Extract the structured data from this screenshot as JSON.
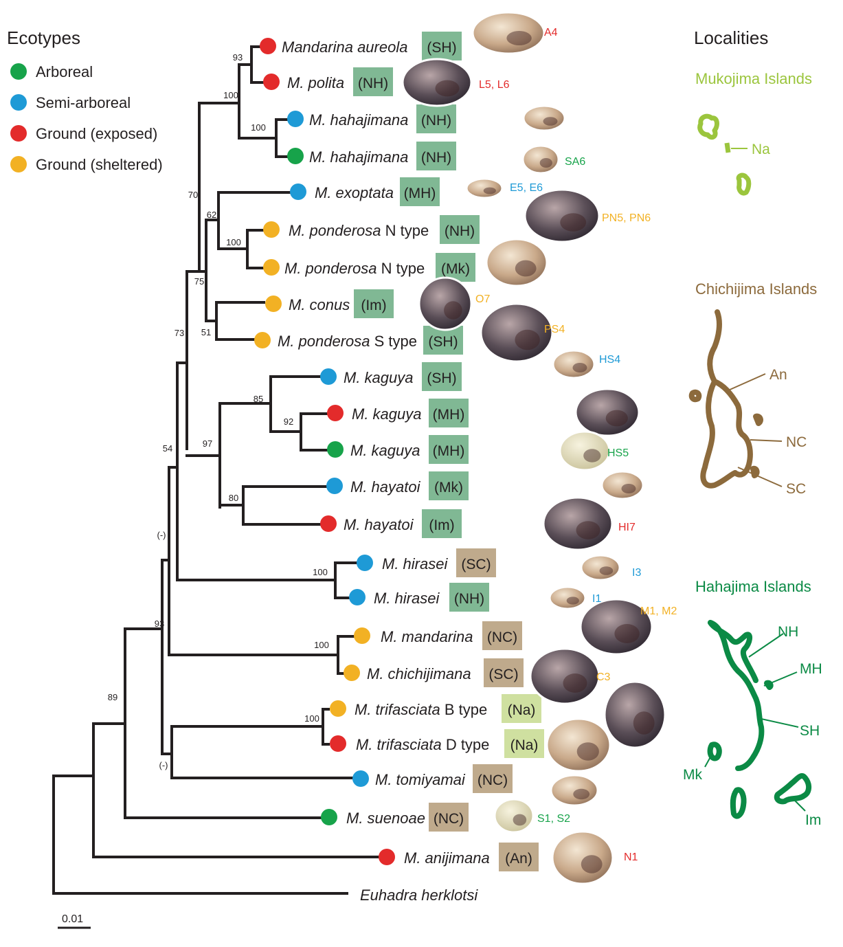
{
  "colors": {
    "arboreal": "#17a34a",
    "semi_arboreal": "#1e9ad6",
    "ground_exposed": "#e32b2b",
    "ground_sheltered": "#f2b124",
    "hahajima_box": "#80b894",
    "chichijima_box": "#bfaa8c",
    "mukojima_box": "#cfe0a0",
    "mukojima": "#9bc53d",
    "chichijima": "#8c6a3c",
    "hahajima": "#0b8a45"
  },
  "legend": {
    "title": "Ecotypes",
    "items": [
      {
        "label": "Arboreal",
        "color": "#17a34a"
      },
      {
        "label": "Semi-arboreal",
        "color": "#1e9ad6"
      },
      {
        "label": "Ground (exposed)",
        "color": "#e32b2b"
      },
      {
        "label": "Ground (sheltered)",
        "color": "#f2b124"
      }
    ]
  },
  "localities": {
    "title": "Localities",
    "mukojima": {
      "title": "Mukojima Islands",
      "labels": [
        "Na"
      ]
    },
    "chichijima": {
      "title": "Chichijima Islands",
      "labels": [
        "An",
        "NC",
        "SC"
      ]
    },
    "hahajima": {
      "title": "Hahajima Islands",
      "labels": [
        "NH",
        "MH",
        "SH",
        "Mk",
        "Im"
      ]
    }
  },
  "taxa": [
    {
      "name": "Mandarina aureola",
      "suffix": "",
      "loc": "SH",
      "ecotype": "ground_exposed"
    },
    {
      "name": "M. polita",
      "suffix": "",
      "loc": "NH",
      "ecotype": "ground_exposed"
    },
    {
      "name": "M. hahajimana",
      "suffix": "",
      "loc": "NH",
      "ecotype": "semi_arboreal"
    },
    {
      "name": "M. hahajimana",
      "suffix": "",
      "loc": "NH",
      "ecotype": "arboreal"
    },
    {
      "name": "M. exoptata",
      "suffix": "",
      "loc": "MH",
      "ecotype": "semi_arboreal"
    },
    {
      "name": "M. ponderosa",
      "suffix": " N type",
      "loc": "NH",
      "ecotype": "ground_sheltered"
    },
    {
      "name": "M. ponderosa",
      "suffix": " N type",
      "loc": "Mk",
      "ecotype": "ground_sheltered"
    },
    {
      "name": "M. conus",
      "suffix": "",
      "loc": "Im",
      "ecotype": "ground_sheltered"
    },
    {
      "name": "M. ponderosa",
      "suffix": " S type",
      "loc": "SH",
      "ecotype": "ground_sheltered"
    },
    {
      "name": "M. kaguya",
      "suffix": "",
      "loc": "SH",
      "ecotype": "semi_arboreal"
    },
    {
      "name": "M. kaguya",
      "suffix": "",
      "loc": "MH",
      "ecotype": "ground_exposed"
    },
    {
      "name": "M. kaguya",
      "suffix": "",
      "loc": "MH",
      "ecotype": "arboreal"
    },
    {
      "name": "M. hayatoi",
      "suffix": "",
      "loc": "Mk",
      "ecotype": "semi_arboreal"
    },
    {
      "name": "M. hayatoi",
      "suffix": "",
      "loc": "Im",
      "ecotype": "ground_exposed"
    },
    {
      "name": "M. hirasei",
      "suffix": "",
      "loc": "SC",
      "ecotype": "semi_arboreal"
    },
    {
      "name": "M. hirasei",
      "suffix": "",
      "loc": "NH",
      "ecotype": "semi_arboreal"
    },
    {
      "name": "M. mandarina",
      "suffix": "",
      "loc": "NC",
      "ecotype": "ground_sheltered"
    },
    {
      "name": "M. chichijimana",
      "suffix": "",
      "loc": "SC",
      "ecotype": "ground_sheltered"
    },
    {
      "name": "M. trifasciata",
      "suffix": "  B type",
      "loc": "Na",
      "ecotype": "ground_sheltered"
    },
    {
      "name": "M. trifasciata",
      "suffix": "  D type",
      "loc": "Na",
      "ecotype": "ground_exposed"
    },
    {
      "name": "M. tomiyamai",
      "suffix": "",
      "loc": "NC",
      "ecotype": "semi_arboreal"
    },
    {
      "name": "M. suenoae",
      "suffix": "",
      "loc": "NC",
      "ecotype": "arboreal"
    },
    {
      "name": "M. anijimana",
      "suffix": "",
      "loc": "An",
      "ecotype": "ground_exposed"
    },
    {
      "name": "Euhadra herklotsi",
      "suffix": "",
      "loc": "",
      "ecotype": ""
    }
  ],
  "support_values": [
    "93",
    "100",
    "100",
    "70",
    "62",
    "100",
    "75",
    "51",
    "73",
    "85",
    "92",
    "97",
    "80",
    "54",
    "(-)",
    "100",
    "93",
    "100",
    "89",
    "100",
    "(-)"
  ],
  "shell_labels": [
    {
      "text": "A4",
      "ecotype": "ground_exposed"
    },
    {
      "text": "L5, L6",
      "ecotype": "ground_exposed"
    },
    {
      "text": "SA6",
      "ecotype": "arboreal"
    },
    {
      "text": "E5, E6",
      "ecotype": "semi_arboreal"
    },
    {
      "text": "PN5, PN6",
      "ecotype": "ground_sheltered"
    },
    {
      "text": "O7",
      "ecotype": "ground_sheltered"
    },
    {
      "text": "PS4",
      "ecotype": "ground_sheltered"
    },
    {
      "text": "HS4",
      "ecotype": "semi_arboreal"
    },
    {
      "text": "HS5",
      "ecotype": "arboreal"
    },
    {
      "text": "HI7",
      "ecotype": "ground_exposed"
    },
    {
      "text": "I3",
      "ecotype": "semi_arboreal"
    },
    {
      "text": "I1",
      "ecotype": "semi_arboreal"
    },
    {
      "text": "M1, M2",
      "ecotype": "ground_sheltered"
    },
    {
      "text": "C3",
      "ecotype": "ground_sheltered"
    },
    {
      "text": "S1, S2",
      "ecotype": "arboreal"
    },
    {
      "text": "N1",
      "ecotype": "ground_exposed"
    }
  ],
  "scale_bar": {
    "label": "0.01"
  }
}
